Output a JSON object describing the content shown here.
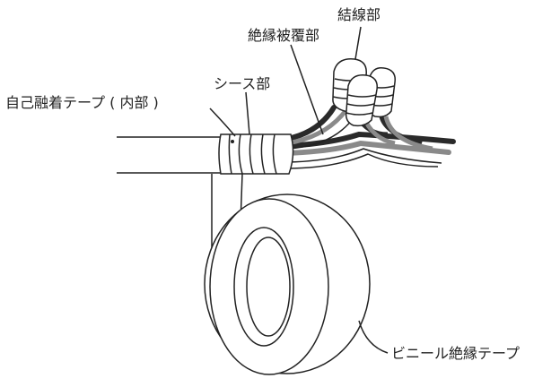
{
  "labels": {
    "connection": "結線部",
    "insulation": "絶縁被覆部",
    "sheath": "シース部",
    "self_fusing_tape": "自己融着テープ ( 内部 )",
    "vinyl_tape": "ビニール絶縁テープ"
  },
  "colors": {
    "line": "#222222",
    "background": "#ffffff",
    "gray_wire": "#8a8a8a",
    "dark_wire": "#2a2a2a"
  }
}
